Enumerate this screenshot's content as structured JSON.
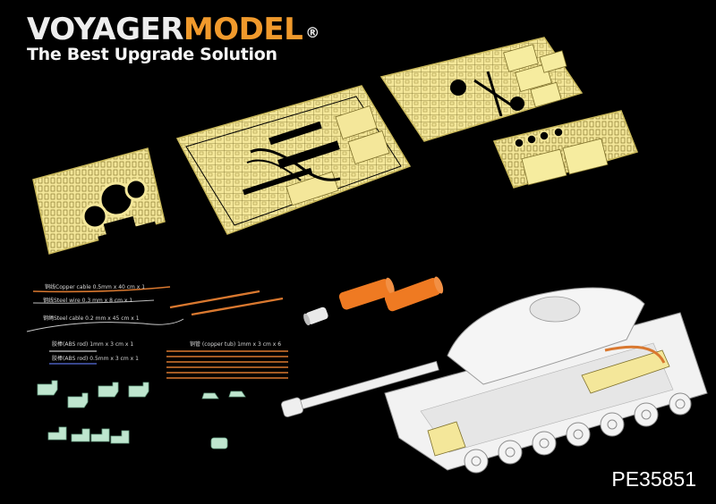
{
  "brand": {
    "logo_voyager": "VOYAGER",
    "logo_model": "MODEL",
    "registered_mark": "®",
    "tagline": "The Best Upgrade Solution"
  },
  "product_code": "PE35851",
  "materials": {
    "copper_cable": "铜线Copper cable 0.5mm x 40 cm x 1",
    "steel_wire": "钢线Steel wire 0.3 mm x 8 cm x 1",
    "steel_cable": "钢绳Steel cable 0.2 mm x 45 cm x 1",
    "abs_rod_1": "胶棒(ABS rod) 1mm x 3 cm x 1",
    "abs_rod_05": "胶棒(ABS rod) 0.5mm x 3 cm x 1",
    "copper_tube": "铜管 (copper tub) 1mm x 3 cm x 6"
  },
  "colors": {
    "background": "#000000",
    "brass": "#f4e79a",
    "brand_orange": "#f19a2c",
    "copper": "#d9782f",
    "resin_orange": "#ef7a22",
    "resin_green": "#bfe6cf",
    "tank_white": "#f2f2f2"
  }
}
